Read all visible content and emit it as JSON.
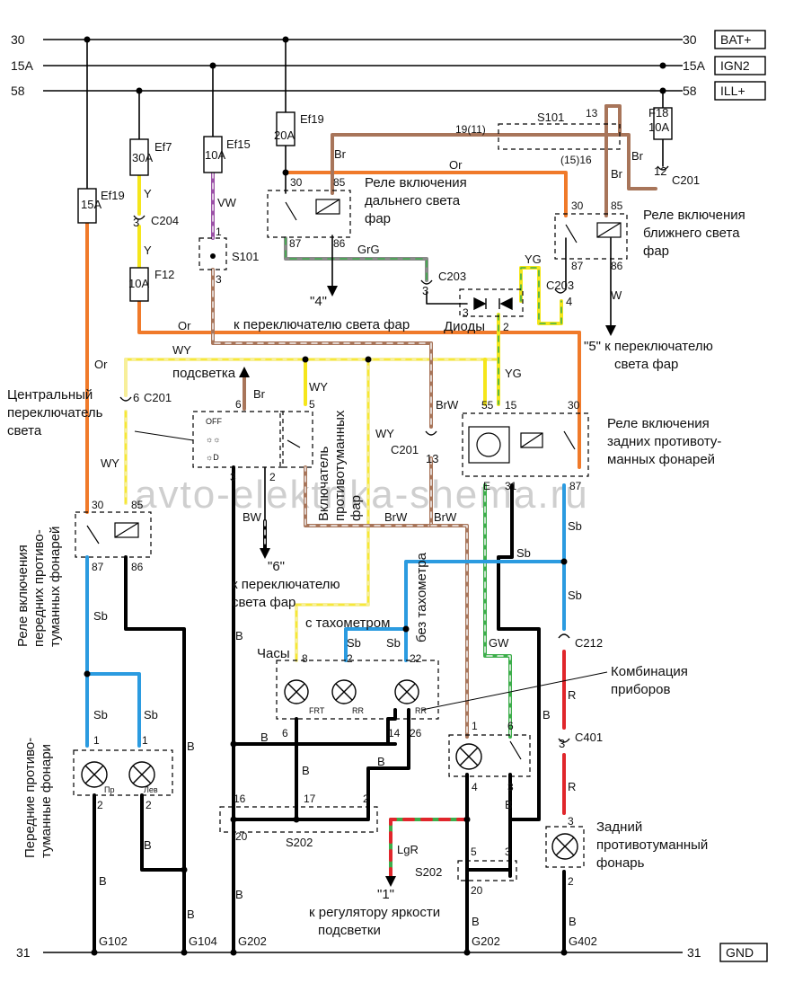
{
  "rails": {
    "left": [
      "30",
      "15A",
      "58"
    ],
    "right": [
      "30",
      "15A",
      "58"
    ],
    "boxes": [
      "BAT+",
      "IGN2",
      "ILL+"
    ],
    "ground_left": "31",
    "ground_right": "31",
    "ground_box": "GND"
  },
  "watermark": "avto-elektrika-shema.ru",
  "fuses": [
    {
      "id": "Ef19",
      "rating": "15A"
    },
    {
      "id": "Ef7",
      "rating": "30A"
    },
    {
      "id": "Ef15",
      "rating": "10A"
    },
    {
      "id": "Ef19",
      "rating": "20A"
    },
    {
      "id": "F12",
      "rating": "10A"
    },
    {
      "id": "F18",
      "rating": "10A"
    }
  ],
  "wire_codes": [
    "Or",
    "Y",
    "VW",
    "Br",
    "GrG",
    "YG",
    "W",
    "WY",
    "BrW",
    "Sb",
    "B",
    "BW",
    "GW",
    "R",
    "LgR"
  ],
  "connectors": [
    "C204",
    "C201",
    "C203",
    "C212",
    "C401",
    "S101",
    "S202",
    "G102",
    "G104",
    "G202",
    "G402"
  ],
  "labels": {
    "relay_high": "Реле включения дальнего света фар",
    "relay_low": "Реле включения ближнего света фар",
    "diodes": "Диоды",
    "to_headlight_switch": "к переключателю света фар",
    "to_headlight_switch_5": "\"5\"  к переключателю света фар",
    "backlight": "подсветка",
    "central_switch": "Центральный переключатель света",
    "fog_switch": "Включатель противотуманных фар",
    "relay_rear_fog": "Реле включения задних противотуманных фонарей",
    "relay_front_fog": "Реле включения передних противотуманных фонарей",
    "to_headlight_switch_6": "\"6\" к переключателю света фар",
    "with_tacho": "с тахометром",
    "without_tacho": "без тахометра",
    "clock": "Часы",
    "instrument_cluster": "Комбинация приборов",
    "front_fog_lamps": "Передние противотуманные фонари",
    "rear_fog_lamp": "Задний противотуманный фонарь",
    "to_dimmer": "\"1\" к регулятору яркости подсветки",
    "mark_4": "\"4\"",
    "lamp_right": "Пр",
    "lamp_left": "Лев",
    "frt": "FRT",
    "rr": "RR"
  },
  "colors": {
    "Or": "#f07a2a",
    "Y": "#f5e61b",
    "Br": "#a8755a",
    "Sb": "#2b9be0",
    "B": "#000000",
    "R": "#e0262b",
    "G": "#3cae4a",
    "Gr": "#8a8a8a",
    "V": "#9b4fa6",
    "W": "#f4f4f4",
    "WY": "#f7ef9a"
  }
}
